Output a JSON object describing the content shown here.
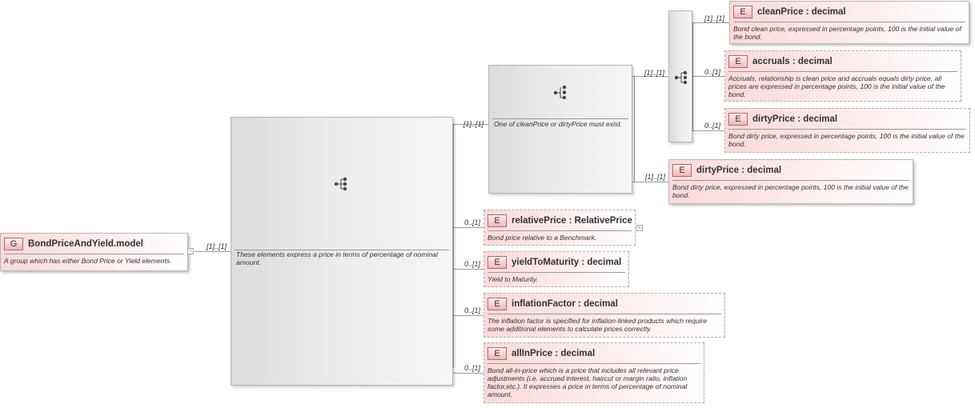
{
  "group": {
    "badge": "G",
    "title": "BondPriceAndYield.model",
    "doc": "A group which has either Bond Price or Yield elements.",
    "collapse_symbol": "−"
  },
  "sequence_outer": {
    "icon": "sequence-icon",
    "doc": "These elements express a price in terms of percentage of nominal amount.",
    "occurrence": "[1]..[1]"
  },
  "choice_box": {
    "icon": "choice-icon",
    "doc": "One of cleanPrice or dirtyPrice must exist.",
    "occurrence": "[1]..[1]"
  },
  "sequence_inner": {
    "icon": "sequence-icon",
    "occurrence": "[1]..[1]"
  },
  "elements": {
    "cleanPrice": {
      "badge": "E",
      "title": "cleanPrice  : decimal",
      "doc": "Bond clean price, expressed in percentage points, 100 is the initial value of the bond.",
      "occurrence": "[1]..[1]"
    },
    "accruals": {
      "badge": "E",
      "title": "accruals  : decimal",
      "doc": "Accruals, relationship is clean price and accruals equals dirty price, all prices are expressed in percentage points, 100 is the initial value of the bond.",
      "occurrence": "0..[1]"
    },
    "dirtyPriceInner": {
      "badge": "E",
      "title": "dirtyPrice  : decimal",
      "doc": "Bond dirty price, expressed in percentage points, 100 is the initial value of the bond.",
      "occurrence": "0..[1]"
    },
    "dirtyPrice": {
      "badge": "E",
      "title": "dirtyPrice  : decimal",
      "doc": "Bond dirty price, expressed in percentage points, 100 is the initial value of the bond.",
      "occurrence": "[1]..[1]"
    },
    "relativePrice": {
      "badge": "E",
      "title": "relativePrice  : RelativePrice",
      "doc": "Bond price relative to a Benchmark.",
      "occurrence": "0..[1]",
      "expand_symbol": "+"
    },
    "yieldToMaturity": {
      "badge": "E",
      "title": "yieldToMaturity  : decimal",
      "doc": "Yield to Maturity.",
      "occurrence": "0..[1]"
    },
    "inflationFactor": {
      "badge": "E",
      "title": "inflationFactor  : decimal",
      "doc": "The inflation factor is specified for inflation-linked products which require some additional elements to calculate prices correctly.",
      "occurrence": "0..[1]"
    },
    "allInPrice": {
      "badge": "E",
      "title": "allInPrice  : decimal",
      "doc": "Bond all-in-price which is a price that includes all relevant price adjustments (i.e. accrued interest, haircut or margin ratio, inflation factor,etc.). It expresses a price in terms of percentage of nominal amount.",
      "occurrence": "0..[1]"
    }
  }
}
